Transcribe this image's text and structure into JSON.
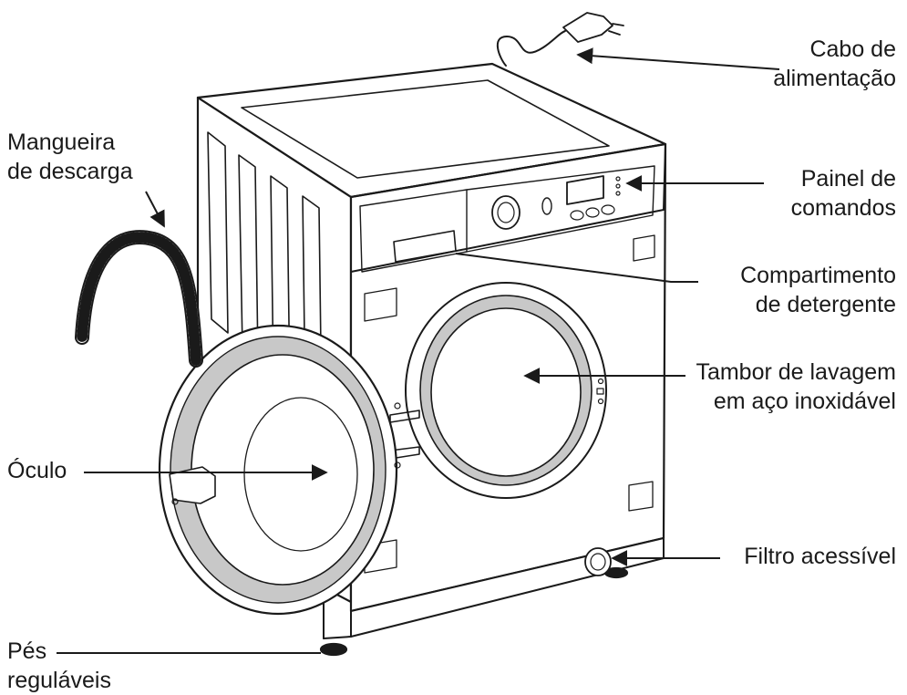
{
  "labels": {
    "power_cable": [
      "Cabo de",
      "alimentação"
    ],
    "drain_hose": [
      "Mangueira",
      "de descarga"
    ],
    "control_panel": [
      "Painel de",
      "comandos"
    ],
    "detergent_drawer": [
      "Compartimento",
      "de detergente"
    ],
    "drum": [
      "Tambor de lavagem",
      "em aço inoxidável"
    ],
    "door": [
      "Óculo"
    ],
    "filter": [
      "Filtro acessível"
    ],
    "feet": [
      "Pés",
      "reguláveis"
    ]
  },
  "colors": {
    "ink": "#1a1a1a",
    "background": "#ffffff",
    "door_ring": "#c8c8c8"
  }
}
